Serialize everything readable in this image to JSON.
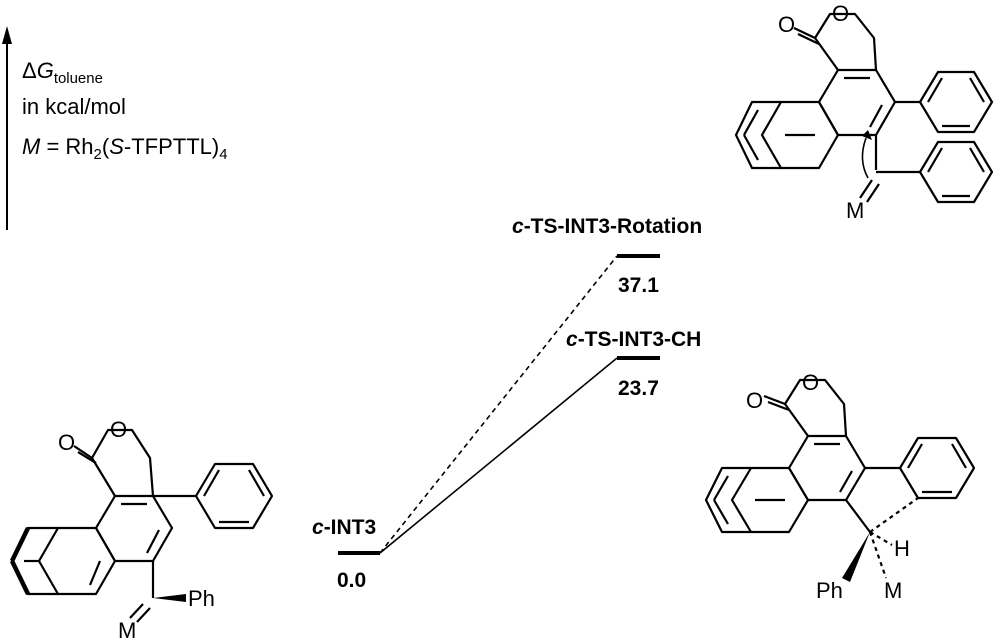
{
  "legend": {
    "delta": "Δ",
    "g": "G",
    "g_sub": "toluene",
    "units": "in kcal/mol",
    "m_symbol": "M",
    "m_eq": " = Rh",
    "m_sub2": "2",
    "m_open": "(",
    "m_s": "S",
    "m_ligand": "-TFPTTL)",
    "m_sub4": "4"
  },
  "states": [
    {
      "prefix": "c",
      "name": "-INT3",
      "energy": "0.0"
    },
    {
      "prefix": "c",
      "name": "-TS-INT3-Rotation",
      "energy": "37.1"
    },
    {
      "prefix": "c",
      "name": "-TS-INT3-CH",
      "energy": "23.7"
    }
  ],
  "atoms": {
    "oxygen": "O",
    "metal": "M",
    "hydrogen": "H",
    "phenyl": "Ph"
  }
}
